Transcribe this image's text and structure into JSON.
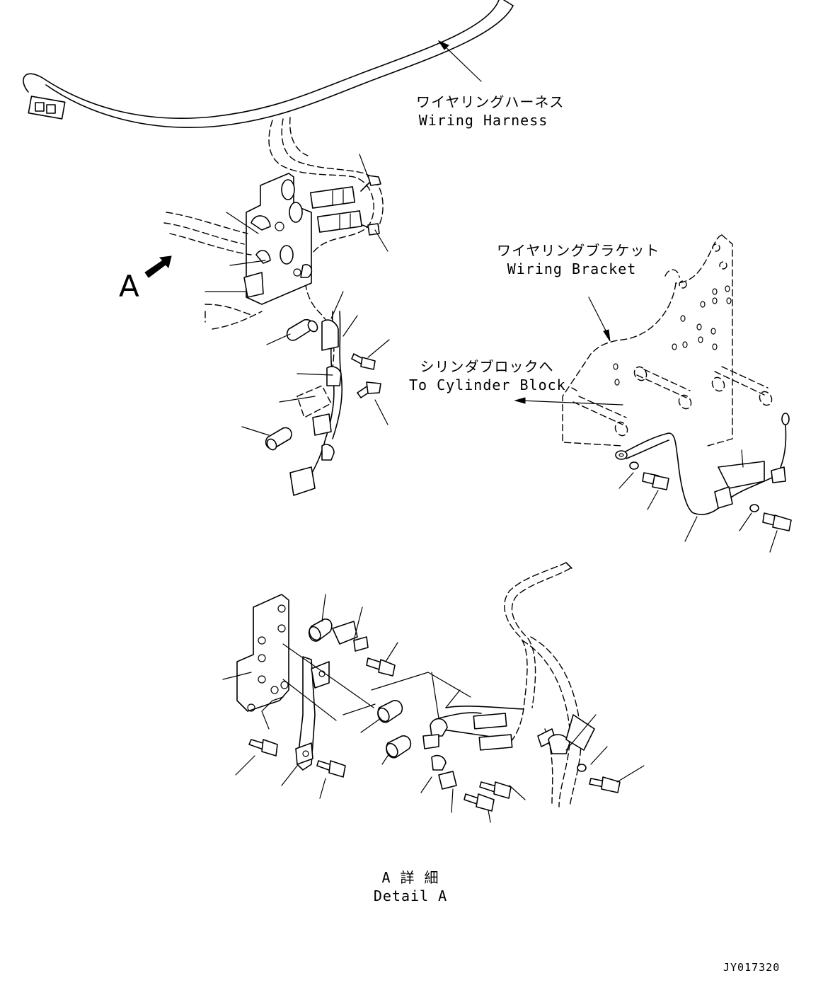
{
  "labels": {
    "wiring_harness_jp": "ワイヤリングハーネス",
    "wiring_harness_en": "Wiring Harness",
    "wiring_bracket_jp": "ワイヤリングブラケット",
    "wiring_bracket_en": "Wiring Bracket",
    "to_cylinder_block_jp": "シリンダブロックへ",
    "to_cylinder_block_en": "To Cylinder Block",
    "view_arrow": "A",
    "detail_jp": "A 詳 細",
    "detail_en": "Detail A",
    "drawing_number": "JY017320"
  }
}
